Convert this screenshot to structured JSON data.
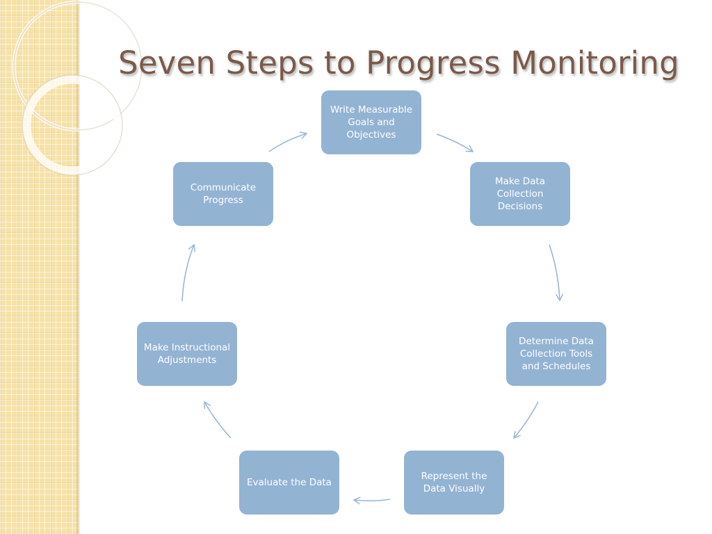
{
  "title": "Seven Steps to Progress Monitoring",
  "colors": {
    "box_fill": "#93b3d3",
    "box_text": "#ffffff",
    "arrow": "#9ab6d2",
    "title": "#7a5a4a",
    "side_band": "#f6e2a8"
  },
  "steps": [
    {
      "label": "Write Measurable\nGoals and\nObjectives"
    },
    {
      "label": "Make Data\nCollection\nDecisions"
    },
    {
      "label": "Determine Data\nCollection Tools\nand Schedules"
    },
    {
      "label": "Represent the\nData Visually"
    },
    {
      "label": "Evaluate the Data"
    },
    {
      "label": "Make Instructional\nAdjustments"
    },
    {
      "label": "Communicate\nProgress"
    }
  ]
}
